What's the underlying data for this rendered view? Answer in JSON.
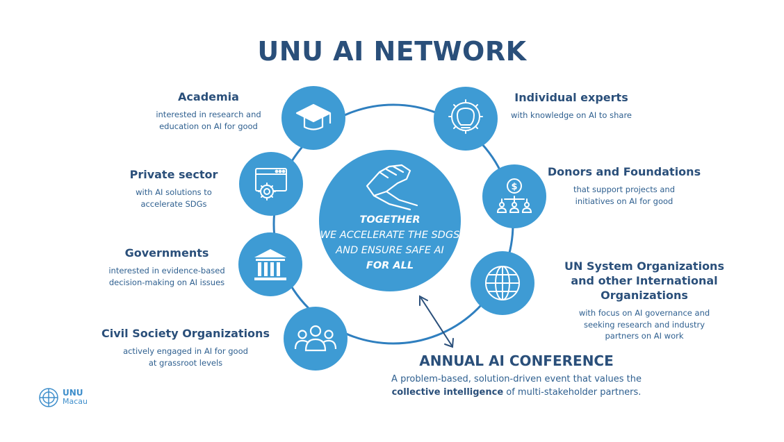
{
  "title": "UNU AI NETWORK",
  "colors": {
    "circle": "#3e9bd4",
    "ring": "#2f7fbf",
    "text_dark": "#2a4f7a"
  },
  "stakeholders": [
    {
      "name": "Academia",
      "desc_lines": [
        "interested in research and",
        "education on AI for good"
      ],
      "icon": "graduation-cap-icon"
    },
    {
      "name": "Private sector",
      "desc_lines": [
        "with AI solutions to",
        "accelerate SDGs"
      ],
      "icon": "browser-gear-icon"
    },
    {
      "name": "Governments",
      "desc_lines": [
        "interested in evidence-based",
        "decision-making on AI issues"
      ],
      "icon": "government-building-icon"
    },
    {
      "name": "Civil Society Organizations",
      "desc_lines": [
        "actively engaged in AI for good",
        "at grassroot levels"
      ],
      "icon": "people-group-icon"
    },
    {
      "name": "Individual experts",
      "desc_lines": [
        "with knowledge on AI to share"
      ],
      "icon": "lightbulb-gear-icon"
    },
    {
      "name": "Donors and Foundations",
      "desc_lines": [
        "that support projects and",
        "initiatives on AI for good"
      ],
      "icon": "dollar-donors-icon"
    },
    {
      "name_lines": [
        "UN System Organizations",
        "and other International Organizations"
      ],
      "desc_lines": [
        "with focus on AI governance and",
        "seeking research and industry",
        "partners on AI work"
      ],
      "icon": "globe-icon"
    }
  ],
  "center": {
    "icon": "handshake-icon",
    "lines": [
      "TOGETHER",
      "WE ACCELERATE THE SDGS",
      "AND ENSURE SAFE AI",
      "FOR ALL"
    ]
  },
  "conference": {
    "title": "ANNUAL AI CONFERENCE",
    "desc_line1": "A problem-based, solution-driven event that values the",
    "desc_bold": "collective intelligence",
    "desc_rest": " of multi-stakeholder partners."
  },
  "logo": {
    "name": "UNU",
    "city": "Macau",
    "icon": "un-emblem-icon"
  }
}
